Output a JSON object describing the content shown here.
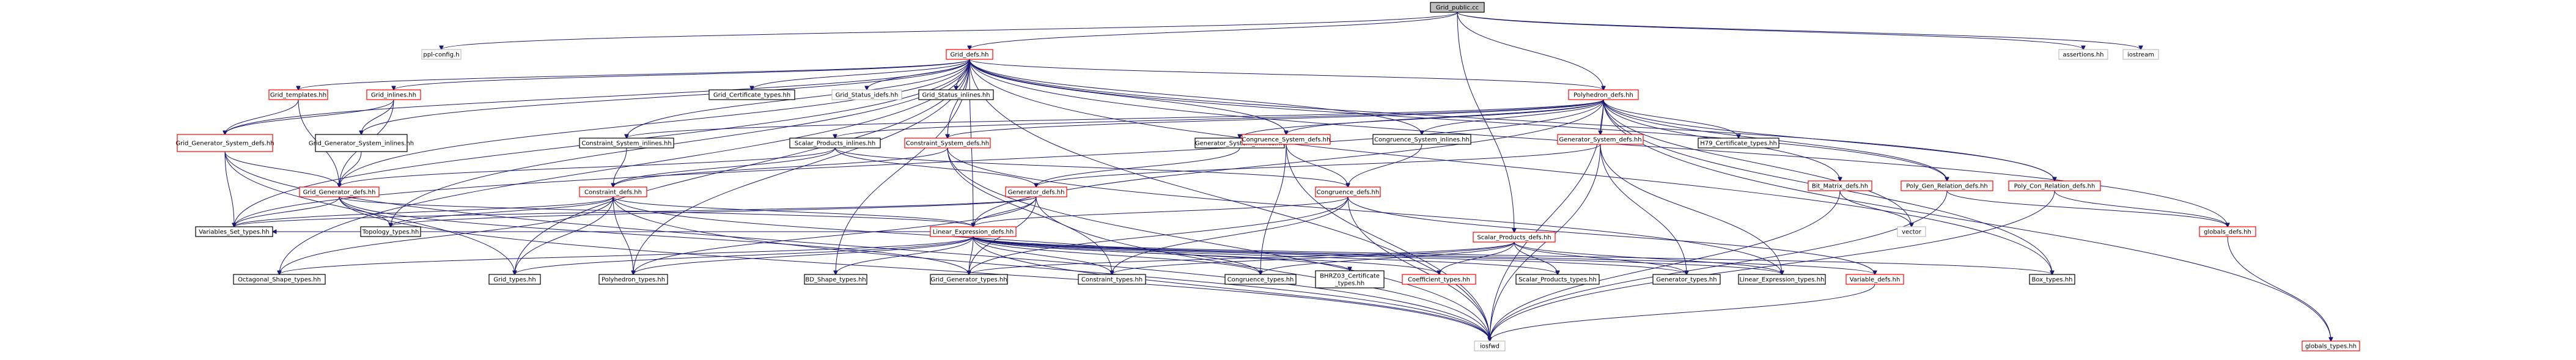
{
  "graph": {
    "root": "Grid_public.cc",
    "colors": {
      "root_fill": "#bfbfbf",
      "edge": "#191970",
      "linked_border": "#ff0000",
      "plain_border": "#000000",
      "external_border": "#bfbfbf"
    },
    "nodes": [
      {
        "id": "grid_public_cc",
        "label": "Grid_public.cc",
        "kind": "root"
      },
      {
        "id": "ppl_config",
        "label": "ppl-config.h",
        "kind": "external"
      },
      {
        "id": "grid_defs",
        "label": "Grid_defs.hh",
        "kind": "linked"
      },
      {
        "id": "assertions",
        "label": "assertions.hh",
        "kind": "external"
      },
      {
        "id": "iostream",
        "label": "iostream",
        "kind": "external"
      },
      {
        "id": "grid_templates",
        "label": "Grid_templates.hh",
        "kind": "linked"
      },
      {
        "id": "grid_inlines",
        "label": "Grid_inlines.hh",
        "kind": "linked"
      },
      {
        "id": "grid_cert_types",
        "label": "Grid_Certificate_types.hh",
        "kind": "plain"
      },
      {
        "id": "grid_status_idefs",
        "label": "Grid_Status_idefs.hh",
        "kind": "external"
      },
      {
        "id": "grid_status_inlines",
        "label": "Grid_Status_inlines.hh",
        "kind": "plain"
      },
      {
        "id": "polyhedron_defs",
        "label": "Polyhedron_defs.hh",
        "kind": "linked"
      },
      {
        "id": "grid_gen_sys_defs",
        "label": "Grid_Generator_System_defs.hh",
        "kind": "linked"
      },
      {
        "id": "grid_gen_sys_inlines",
        "label": "Grid_Generator_System_inlines.hh",
        "kind": "plain"
      },
      {
        "id": "constraint_sys_inlines",
        "label": "Constraint_System_inlines.hh",
        "kind": "plain"
      },
      {
        "id": "scalar_products_inlines",
        "label": "Scalar_Products_inlines.hh",
        "kind": "plain"
      },
      {
        "id": "constraint_sys_defs",
        "label": "Constraint_System_defs.hh",
        "kind": "linked"
      },
      {
        "id": "generator_sys_inlines",
        "label": "Generator_System_inlines.hh",
        "kind": "plain"
      },
      {
        "id": "congruence_sys_defs",
        "label": "Congruence_System_defs.hh",
        "kind": "linked"
      },
      {
        "id": "congruence_sys_inlines",
        "label": "Congruence_System_inlines.hh",
        "kind": "plain"
      },
      {
        "id": "generator_sys_defs",
        "label": "Generator_System_defs.hh",
        "kind": "linked"
      },
      {
        "id": "h79_cert_types",
        "label": "H79_Certificate_types.hh",
        "kind": "plain"
      },
      {
        "id": "grid_generator_defs",
        "label": "Grid_Generator_defs.hh",
        "kind": "linked"
      },
      {
        "id": "constraint_defs",
        "label": "Constraint_defs.hh",
        "kind": "linked"
      },
      {
        "id": "generator_defs",
        "label": "Generator_defs.hh",
        "kind": "linked"
      },
      {
        "id": "congruence_defs",
        "label": "Congruence_defs.hh",
        "kind": "linked"
      },
      {
        "id": "bit_matrix_defs",
        "label": "Bit_Matrix_defs.hh",
        "kind": "linked"
      },
      {
        "id": "poly_gen_relation_defs",
        "label": "Poly_Gen_Relation_defs.hh",
        "kind": "linked"
      },
      {
        "id": "poly_con_relation_defs",
        "label": "Poly_Con_Relation_defs.hh",
        "kind": "linked"
      },
      {
        "id": "variables_set_types",
        "label": "Variables_Set_types.hh",
        "kind": "plain"
      },
      {
        "id": "topology_types",
        "label": "Topology_types.hh",
        "kind": "plain"
      },
      {
        "id": "linear_expression_defs",
        "label": "Linear_Expression_defs.hh",
        "kind": "linked"
      },
      {
        "id": "scalar_products_defs",
        "label": "Scalar_Products_defs.hh",
        "kind": "linked"
      },
      {
        "id": "vector",
        "label": "vector",
        "kind": "external"
      },
      {
        "id": "globals_defs",
        "label": "globals_defs.hh",
        "kind": "linked"
      },
      {
        "id": "octagonal_shape_types",
        "label": "Octagonal_Shape_types.hh",
        "kind": "plain"
      },
      {
        "id": "grid_types",
        "label": "Grid_types.hh",
        "kind": "plain"
      },
      {
        "id": "polyhedron_types",
        "label": "Polyhedron_types.hh",
        "kind": "plain"
      },
      {
        "id": "bd_shape_types",
        "label": "BD_Shape_types.hh",
        "kind": "plain"
      },
      {
        "id": "grid_generator_types",
        "label": "Grid_Generator_types.hh",
        "kind": "plain"
      },
      {
        "id": "constraint_types",
        "label": "Constraint_types.hh",
        "kind": "plain"
      },
      {
        "id": "congruence_types",
        "label": "Congruence_types.hh",
        "kind": "plain"
      },
      {
        "id": "bhrz03_cert_types",
        "label": "BHRZ03_Certificate\n_types.hh",
        "kind": "plain"
      },
      {
        "id": "coefficient_types",
        "label": "Coefficient_types.hh",
        "kind": "linked"
      },
      {
        "id": "scalar_products_types",
        "label": "Scalar_Products_types.hh",
        "kind": "plain"
      },
      {
        "id": "generator_types",
        "label": "Generator_types.hh",
        "kind": "plain"
      },
      {
        "id": "linear_expression_types",
        "label": "Linear_Expression_types.hh",
        "kind": "plain"
      },
      {
        "id": "variable_defs",
        "label": "Variable_defs.hh",
        "kind": "linked"
      },
      {
        "id": "box_types",
        "label": "Box_types.hh",
        "kind": "plain"
      },
      {
        "id": "iosfwd",
        "label": "iosfwd",
        "kind": "external"
      },
      {
        "id": "globals_types",
        "label": "globals_types.hh",
        "kind": "linked"
      }
    ],
    "edges": [
      [
        "grid_public_cc",
        "ppl_config"
      ],
      [
        "grid_public_cc",
        "grid_defs"
      ],
      [
        "grid_public_cc",
        "assertions"
      ],
      [
        "grid_public_cc",
        "iostream"
      ],
      [
        "grid_public_cc",
        "polyhedron_defs"
      ],
      [
        "grid_public_cc",
        "scalar_products_defs"
      ],
      [
        "grid_defs",
        "grid_templates"
      ],
      [
        "grid_defs",
        "grid_inlines"
      ],
      [
        "grid_defs",
        "grid_cert_types"
      ],
      [
        "grid_defs",
        "grid_status_idefs"
      ],
      [
        "grid_defs",
        "grid_status_inlines"
      ],
      [
        "grid_defs",
        "polyhedron_defs"
      ],
      [
        "grid_defs",
        "grid_gen_sys_defs"
      ],
      [
        "grid_defs",
        "grid_gen_sys_inlines"
      ],
      [
        "grid_defs",
        "constraint_sys_inlines"
      ],
      [
        "grid_defs",
        "constraint_sys_defs"
      ],
      [
        "grid_defs",
        "congruence_sys_defs"
      ],
      [
        "grid_defs",
        "congruence_sys_inlines"
      ],
      [
        "grid_defs",
        "grid_generator_defs"
      ],
      [
        "grid_defs",
        "linear_expression_defs"
      ],
      [
        "grid_defs",
        "variables_set_types"
      ],
      [
        "grid_defs",
        "topology_types"
      ],
      [
        "grid_defs",
        "octagonal_shape_types"
      ],
      [
        "grid_defs",
        "grid_types"
      ],
      [
        "grid_defs",
        "polyhedron_types"
      ],
      [
        "grid_defs",
        "bd_shape_types"
      ],
      [
        "grid_defs",
        "box_types"
      ],
      [
        "grid_defs",
        "iosfwd"
      ],
      [
        "grid_defs",
        "globals_defs"
      ],
      [
        "grid_defs",
        "poly_gen_relation_defs"
      ],
      [
        "grid_defs",
        "poly_con_relation_defs"
      ],
      [
        "grid_templates",
        "grid_gen_sys_defs"
      ],
      [
        "grid_templates",
        "grid_generator_defs"
      ],
      [
        "grid_inlines",
        "grid_gen_sys_defs"
      ],
      [
        "grid_inlines",
        "grid_gen_sys_inlines"
      ],
      [
        "grid_inlines",
        "grid_generator_defs"
      ],
      [
        "grid_gen_sys_defs",
        "grid_generator_defs"
      ],
      [
        "grid_gen_sys_defs",
        "variables_set_types"
      ],
      [
        "grid_gen_sys_defs",
        "grid_types"
      ],
      [
        "grid_gen_sys_defs",
        "iosfwd"
      ],
      [
        "grid_gen_sys_inlines",
        "grid_generator_defs"
      ],
      [
        "polyhedron_defs",
        "constraint_sys_defs"
      ],
      [
        "polyhedron_defs",
        "constraint_sys_inlines"
      ],
      [
        "polyhedron_defs",
        "generator_sys_defs"
      ],
      [
        "polyhedron_defs",
        "generator_sys_inlines"
      ],
      [
        "polyhedron_defs",
        "congruence_sys_defs"
      ],
      [
        "polyhedron_defs",
        "congruence_sys_inlines"
      ],
      [
        "polyhedron_defs",
        "h79_cert_types"
      ],
      [
        "polyhedron_defs",
        "bit_matrix_defs"
      ],
      [
        "polyhedron_defs",
        "poly_gen_relation_defs"
      ],
      [
        "polyhedron_defs",
        "poly_con_relation_defs"
      ],
      [
        "polyhedron_defs",
        "scalar_products_inlines"
      ],
      [
        "polyhedron_defs",
        "variables_set_types"
      ],
      [
        "polyhedron_defs",
        "linear_expression_defs"
      ],
      [
        "polyhedron_defs",
        "globals_types"
      ],
      [
        "polyhedron_defs",
        "vector"
      ],
      [
        "polyhedron_defs",
        "iosfwd"
      ],
      [
        "polyhedron_defs",
        "box_types"
      ],
      [
        "constraint_sys_inlines",
        "constraint_defs"
      ],
      [
        "constraint_sys_defs",
        "constraint_defs"
      ],
      [
        "constraint_sys_defs",
        "linear_expression_types"
      ],
      [
        "constraint_sys_defs",
        "iosfwd"
      ],
      [
        "constraint_sys_defs",
        "constraint_types"
      ],
      [
        "scalar_products_inlines",
        "grid_generator_defs"
      ],
      [
        "scalar_products_inlines",
        "constraint_defs"
      ],
      [
        "scalar_products_inlines",
        "generator_defs"
      ],
      [
        "scalar_products_inlines",
        "congruence_defs"
      ],
      [
        "generator_sys_inlines",
        "generator_defs"
      ],
      [
        "congruence_sys_defs",
        "congruence_defs"
      ],
      [
        "congruence_sys_defs",
        "congruence_types"
      ],
      [
        "congruence_sys_defs",
        "iosfwd"
      ],
      [
        "congruence_sys_inlines",
        "congruence_defs"
      ],
      [
        "generator_sys_defs",
        "generator_defs"
      ],
      [
        "generator_sys_defs",
        "iosfwd"
      ],
      [
        "generator_sys_defs",
        "generator_types"
      ],
      [
        "generator_sys_defs",
        "linear_expression_types"
      ],
      [
        "grid_generator_defs",
        "linear_expression_defs"
      ],
      [
        "grid_generator_defs",
        "grid_generator_types"
      ],
      [
        "grid_generator_defs",
        "topology_types"
      ],
      [
        "grid_generator_defs",
        "variables_set_types"
      ],
      [
        "grid_generator_defs",
        "iosfwd"
      ],
      [
        "constraint_defs",
        "linear_expression_defs"
      ],
      [
        "constraint_defs",
        "topology_types"
      ],
      [
        "constraint_defs",
        "variables_set_types"
      ],
      [
        "constraint_defs",
        "congruence_types"
      ],
      [
        "constraint_defs",
        "polyhedron_types"
      ],
      [
        "constraint_defs",
        "octagonal_shape_types"
      ],
      [
        "constraint_defs",
        "grid_types"
      ],
      [
        "constraint_defs",
        "iosfwd"
      ],
      [
        "generator_defs",
        "linear_expression_defs"
      ],
      [
        "generator_defs",
        "topology_types"
      ],
      [
        "generator_defs",
        "variables_set_types"
      ],
      [
        "generator_defs",
        "polyhedron_types"
      ],
      [
        "generator_defs",
        "grid_generator_types"
      ],
      [
        "generator_defs",
        "iosfwd"
      ],
      [
        "congruence_defs",
        "linear_expression_defs"
      ],
      [
        "congruence_defs",
        "constraint_types"
      ],
      [
        "congruence_defs",
        "grid_generator_types"
      ],
      [
        "congruence_defs",
        "iosfwd"
      ],
      [
        "congruence_defs",
        "variable_defs"
      ],
      [
        "bit_matrix_defs",
        "vector"
      ],
      [
        "bit_matrix_defs",
        "iosfwd"
      ],
      [
        "poly_gen_relation_defs",
        "globals_defs"
      ],
      [
        "poly_gen_relation_defs",
        "iosfwd"
      ],
      [
        "poly_con_relation_defs",
        "globals_defs"
      ],
      [
        "poly_con_relation_defs",
        "iosfwd"
      ],
      [
        "linear_expression_defs",
        "octagonal_shape_types"
      ],
      [
        "linear_expression_defs",
        "grid_types"
      ],
      [
        "linear_expression_defs",
        "polyhedron_types"
      ],
      [
        "linear_expression_defs",
        "bd_shape_types"
      ],
      [
        "linear_expression_defs",
        "grid_generator_types"
      ],
      [
        "linear_expression_defs",
        "constraint_types"
      ],
      [
        "linear_expression_defs",
        "congruence_types"
      ],
      [
        "linear_expression_defs",
        "bhrz03_cert_types"
      ],
      [
        "linear_expression_defs",
        "coefficient_types"
      ],
      [
        "linear_expression_defs",
        "scalar_products_types"
      ],
      [
        "linear_expression_defs",
        "generator_types"
      ],
      [
        "linear_expression_defs",
        "linear_expression_types"
      ],
      [
        "linear_expression_defs",
        "variable_defs"
      ],
      [
        "linear_expression_defs",
        "box_types"
      ],
      [
        "linear_expression_defs",
        "iosfwd"
      ],
      [
        "linear_expression_defs",
        "variables_set_types"
      ],
      [
        "scalar_products_defs",
        "constraint_types"
      ],
      [
        "scalar_products_defs",
        "congruence_types"
      ],
      [
        "scalar_products_defs",
        "generator_types"
      ],
      [
        "scalar_products_defs",
        "scalar_products_types"
      ],
      [
        "scalar_products_defs",
        "linear_expression_types"
      ],
      [
        "scalar_products_defs",
        "grid_generator_types"
      ],
      [
        "scalar_products_defs",
        "coefficient_types"
      ],
      [
        "globals_defs",
        "globals_types"
      ],
      [
        "variable_defs",
        "iosfwd"
      ]
    ]
  }
}
